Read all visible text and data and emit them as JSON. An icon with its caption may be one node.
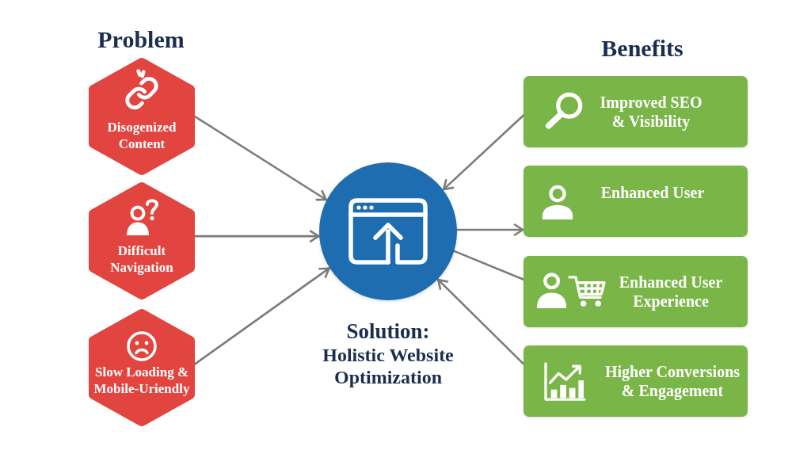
{
  "diagram": {
    "nodes": [
      {
        "text": [
          "Disogenized Content"
        ]
      },
      {
        "text": [
          "Difficult Navigation"
        ]
      },
      {
        "text": [
          "Slow Loading & Mobile-Uriendly"
        ]
      },
      {
        "text": [],
        "shape": "circle",
        "beside": [
          "Solution:",
          "Holistic Website Optimization"
        ]
      },
      {
        "text": [
          "Improved SEO & Visibility"
        ]
      },
      {
        "text": [
          "Enhanced User"
        ]
      },
      {
        "text": [
          "Enhanced User Experience"
        ]
      },
      {
        "text": [
          "Higher Conversions & Engagement"
        ]
      }
    ],
    "edges": [
      {
        "from": 0,
        "to": 3,
        "arrow": "to"
      },
      {
        "from": 1,
        "to": 3,
        "arrow": "to"
      },
      {
        "from": 2,
        "to": 3,
        "arrow": "to"
      },
      {
        "from": 4,
        "to": 3,
        "arrow": "to"
      },
      {
        "from": 3,
        "to": 5,
        "arrow": "to"
      },
      {
        "from": 3,
        "to": 6,
        "arrow": "none"
      },
      {
        "from": 7,
        "to": 3,
        "arrow": "to"
      }
    ],
    "labels": [
      "Problem",
      "Benefits"
    ]
  }
}
